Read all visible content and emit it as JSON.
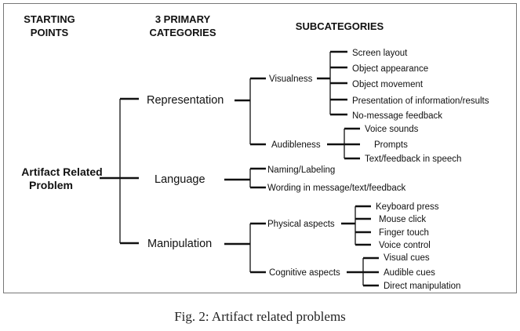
{
  "headers": {
    "starting_line1": "STARTING",
    "starting_line2": "POINTS",
    "primary_line1": "3 PRIMARY",
    "primary_line2": "CATEGORIES",
    "subcategories": "SUBCATEGORIES"
  },
  "root": {
    "line1": "Artifact Related",
    "line2": "Problem"
  },
  "categories": [
    {
      "label": "Representation",
      "groups": [
        {
          "label": "Visualness",
          "items": [
            "Screen layout",
            "Object appearance",
            "Object movement",
            "Presentation of information/results",
            "No-message feedback"
          ]
        },
        {
          "label": "Audibleness",
          "items": [
            "Voice sounds",
            "Prompts",
            "Text/feedback in speech"
          ]
        }
      ]
    },
    {
      "label": "Language",
      "items": [
        "Naming/Labeling",
        "Wording in message/text/feedback"
      ]
    },
    {
      "label": "Manipulation",
      "groups": [
        {
          "label": "Physical aspects",
          "items": [
            "Keyboard press",
            "Mouse click",
            "Finger touch",
            "Voice control"
          ]
        },
        {
          "label": "Cognitive aspects",
          "items": [
            "Visual cues",
            "Audible cues",
            "Direct manipulation"
          ]
        }
      ]
    }
  ],
  "caption": "Fig. 2: Artifact related problems"
}
